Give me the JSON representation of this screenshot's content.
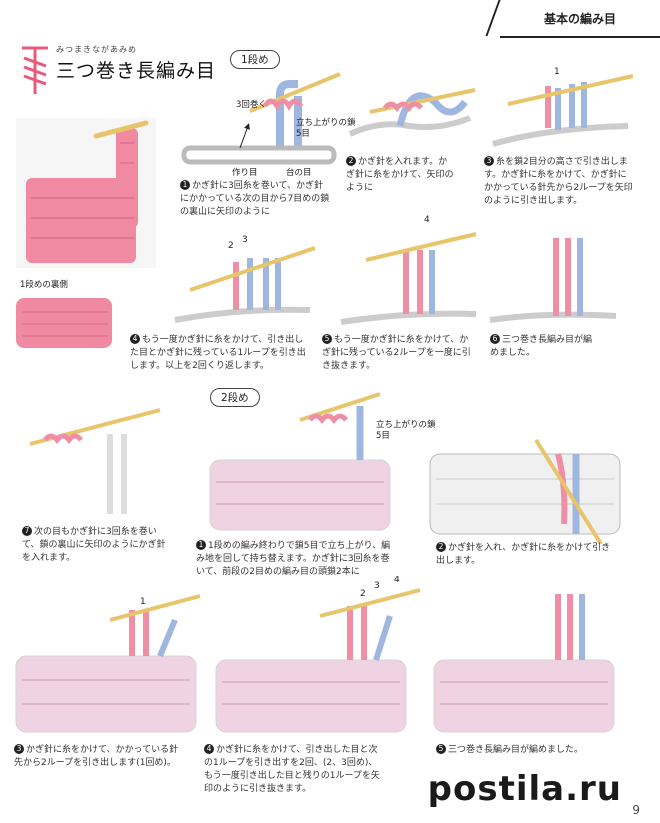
{
  "header": {
    "section": "基本の編み目"
  },
  "title": {
    "ruby": "みつまきながあみめ",
    "main": "三つ巻き長編み目"
  },
  "photo": {
    "caption": "1段めの裏側"
  },
  "row1": {
    "label": "1段め",
    "steps": [
      {
        "n": "1",
        "text": "かぎ針に3回糸を巻いて、かぎ針にかかっている次の目から7目めの鎖の裏山に矢印のように"
      },
      {
        "n": "2",
        "text": "かぎ針を入れます。かぎ針に糸をかけて、矢印のように"
      },
      {
        "n": "3",
        "text": "糸を鎖2目分の高さで引き出します。かぎ針に糸をかけて、かぎ針にかかっている針先から2ループを矢印のように引き出します。"
      },
      {
        "n": "4",
        "text": "もう一度かぎ針に糸をかけて、引き出した目とかぎ針に残っている1ループを引き出します。以上を2回くり返します。"
      },
      {
        "n": "5",
        "text": "もう一度かぎ針に糸をかけて、かぎ針に残っている2ループを一度に引き抜きます。"
      },
      {
        "n": "6",
        "text": "三つ巻き長編み目が編めました。"
      }
    ],
    "labels": {
      "wrap3": "3回巻く",
      "standup": "立ち上がりの鎖5目",
      "chain": "作り目",
      "base": "台の目"
    }
  },
  "row2": {
    "label": "2段め",
    "steps": [
      {
        "n": "7",
        "text": "次の目もかぎ針に3回糸を巻いて、鎖の裏山に矢印のようにかぎ針を入れます。"
      },
      {
        "n": "1",
        "text": "1段めの編み終わりで鎖5目で立ち上がり、編み地を回して持ち替えます。かぎ針に3回糸を巻いて、前段の2目めの編み目の頭鎖2本に"
      },
      {
        "n": "2",
        "text": "かぎ針を入れ、かぎ針に糸をかけて引き出します。"
      },
      {
        "n": "3",
        "text": "かぎ針に糸をかけて、かかっている針先から2ループを引き出します(1回め)。"
      },
      {
        "n": "4",
        "text": "かぎ針に糸をかけて、引き出した目と次の1ループを引き出すを2回、(2、3回め)、もう一度引き出した目と残りの1ループを矢印のように引き抜きます。"
      },
      {
        "n": "5",
        "text": "三つ巻き長編み目が編めました。"
      }
    ],
    "labels": {
      "standup": "立ち上がりの鎖5目"
    }
  },
  "arrows": {
    "a1": "1",
    "a2": "2",
    "a3": "3",
    "a4": "4"
  },
  "watermark": {
    "text": "postila.ru",
    "color_dark": "#1a1a1a",
    "color_accent": "#e8324a"
  },
  "page_number": "9",
  "colors": {
    "pink": "#ee8fa6",
    "blue": "#9fb7e0",
    "hook": "#e8c46a",
    "gray": "#cfcfcf",
    "swatch": "#e7b7cf"
  }
}
